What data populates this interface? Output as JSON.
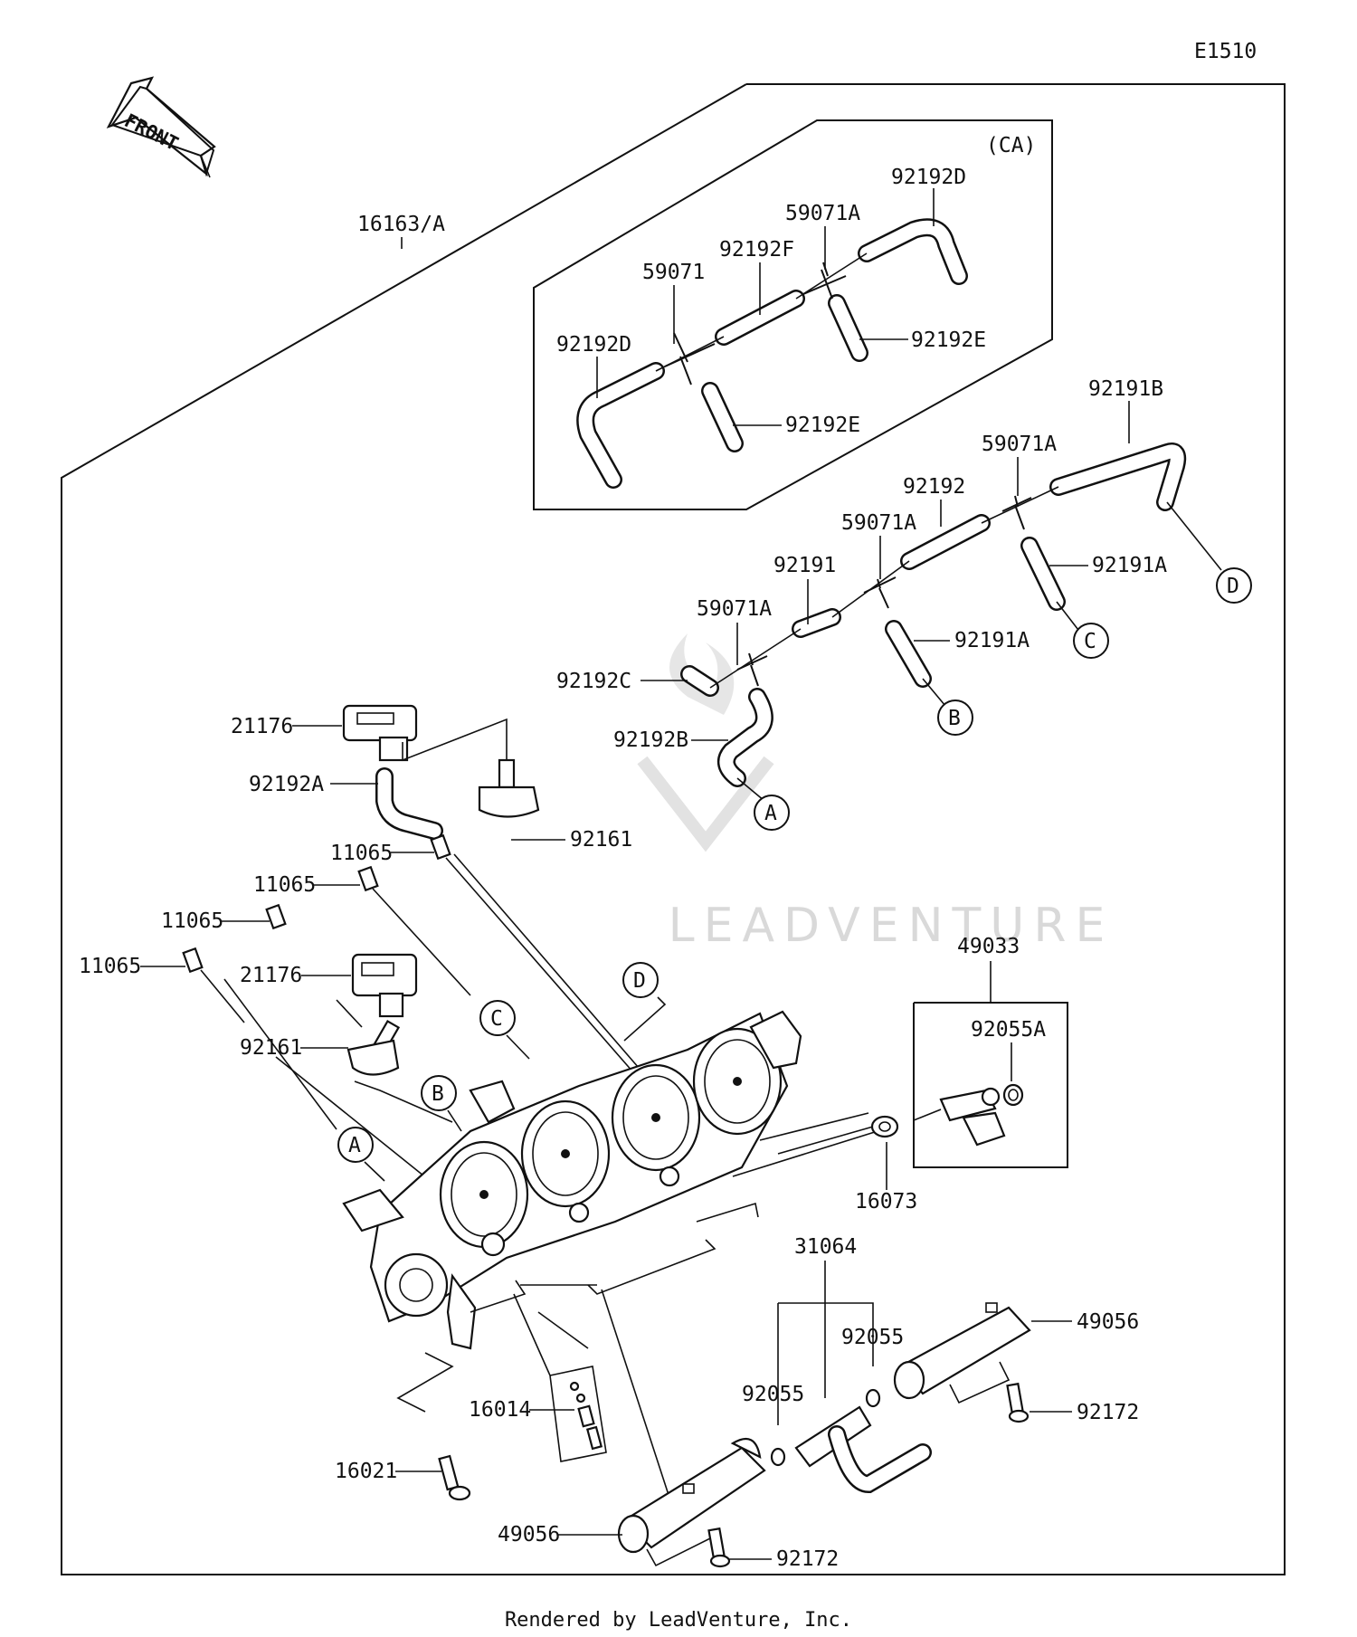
{
  "diagram_code": "E1510",
  "front_label": "FRONT",
  "footer": "Rendered by LeadVenture, Inc.",
  "watermark": "LEADVENTURE",
  "group_ca_label": "(CA)",
  "labels": {
    "assy_16163A": "16163/A",
    "ca_92192D_right": "92192D",
    "ca_59071A": "59071A",
    "ca_92192F": "92192F",
    "ca_59071": "59071",
    "ca_92192D_left": "92192D",
    "ca_92192E_right": "92192E",
    "ca_92192E_left": "92192E",
    "hose_92191B": "92191B",
    "tee_59071A_1": "59071A",
    "hose_92192": "92192",
    "tee_59071A_2": "59071A",
    "hose_92191A_1": "92191A",
    "hose_92191": "92191",
    "tee_59071A_3": "59071A",
    "hose_92191A_2": "92191A",
    "cap_92192C": "92192C",
    "hose_92192B": "92192B",
    "sensor_21176_top": "21176",
    "hose_92192A": "92192A",
    "holder_92161_top": "92161",
    "pipe_11065_1": "11065",
    "pipe_11065_2": "11065",
    "pipe_11065_3": "11065",
    "pipe_11065_4": "11065",
    "sensor_21176_mid": "21176",
    "holder_92161_mid": "92161",
    "kit_49033": "49033",
    "oring_92055A": "92055A",
    "seal_16073": "16073",
    "joint_31064": "31064",
    "oring_92055_right": "92055",
    "oring_92055_left": "92055",
    "rail_49056_right": "49056",
    "bolt_92172_right": "92172",
    "screw_16014": "16014",
    "screw_16021": "16021",
    "rail_49056_left": "49056",
    "bolt_92172_left": "92172"
  },
  "connectors": {
    "A1": "A",
    "B1": "B",
    "C1": "C",
    "D1": "D",
    "A2": "A",
    "B2": "B",
    "C2": "C",
    "D2": "D"
  }
}
